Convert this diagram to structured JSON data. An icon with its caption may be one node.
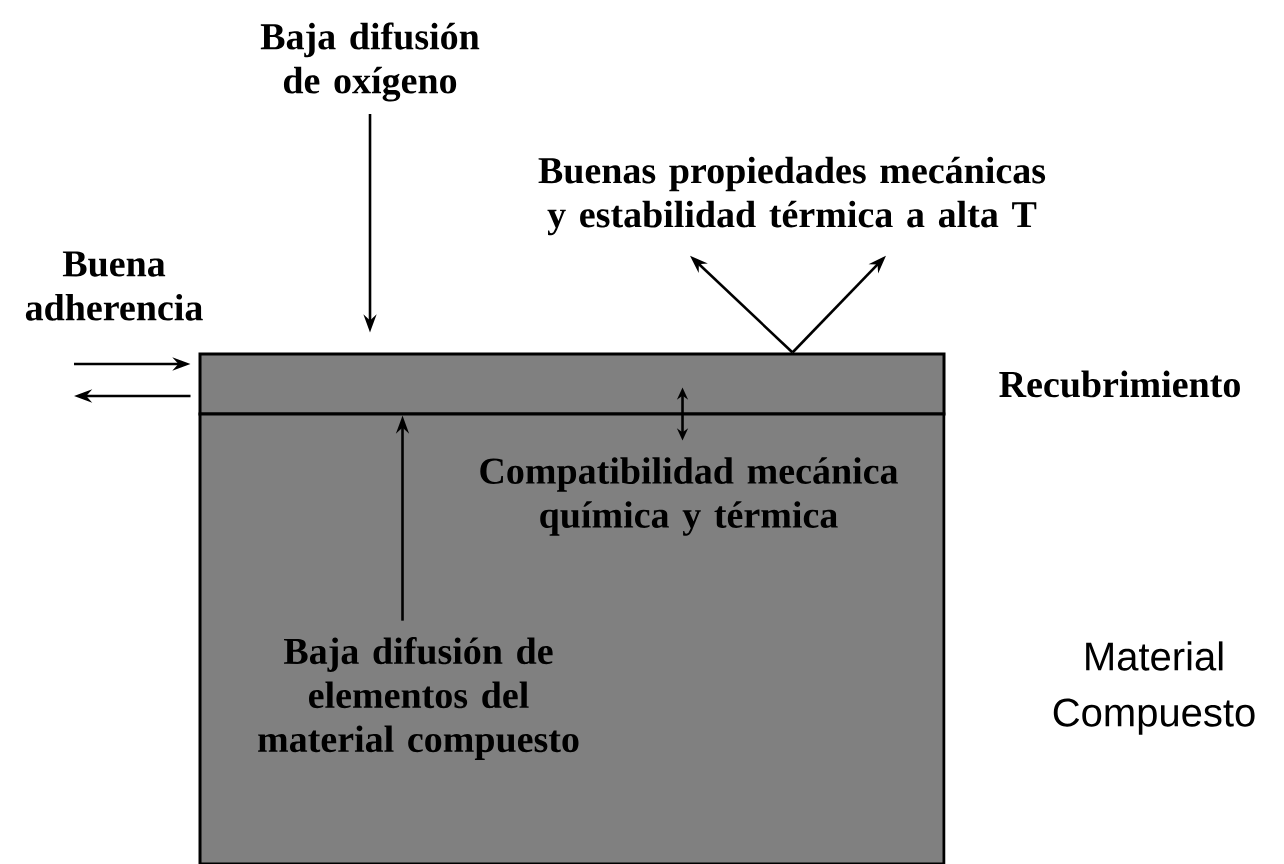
{
  "diagram": {
    "nodes": [
      {
        "text": [
          "Baja difusión de oxígeno"
        ]
      },
      {
        "text": [
          "Buenas propiedades mecánicas y estabilidad térmica a alta T"
        ]
      },
      {
        "text": [
          "Buena adherencia"
        ]
      },
      {
        "text": [],
        "shape": "box",
        "beside": [
          "Recubrimiento"
        ]
      },
      {
        "text": [],
        "shape": "box",
        "beside": [
          "Material Compuesto"
        ]
      },
      {
        "text": [
          "Compatibilidad mecánica química y térmica"
        ],
        "in": 4
      },
      {
        "text": [
          "Baja difusión de elementos del material compuesto"
        ],
        "in": 4
      }
    ],
    "edges": [
      {
        "from": 0,
        "to": 3,
        "arrow": "to"
      },
      {
        "from": 3,
        "to": 1,
        "arrow": "to"
      },
      {
        "from": 3,
        "to": 1,
        "arrow": "to"
      },
      {
        "from": 2,
        "to": 3,
        "arrow": "to"
      },
      {
        "from": 3,
        "to": 2,
        "arrow": "to"
      },
      {
        "from": 6,
        "to": 3,
        "arrow": "to"
      },
      {
        "from": 3,
        "to": 4,
        "arrow": "both"
      }
    ]
  }
}
